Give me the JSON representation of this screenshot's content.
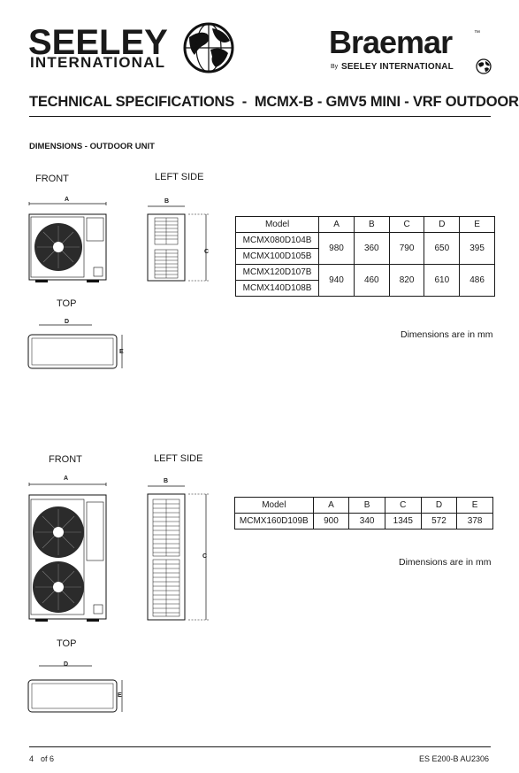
{
  "header": {
    "brand_left_line1": "SEELEY",
    "brand_left_line2": "INTERNATIONAL",
    "brand_right": "Braemar",
    "brand_right_tm": "™",
    "brand_right_by": "By",
    "brand_right_company": "SEELEY INTERNATIONAL"
  },
  "title": "TECHNICAL SPECIFICATIONS  -  MCMX-B - GMV5 MINI - VRF OUTDOOR",
  "section_heading": "DIMENSIONS - OUTDOOR UNIT",
  "unit1": {
    "label_front": "FRONT",
    "label_left_side": "LEFT SIDE",
    "label_top": "TOP",
    "dims": {
      "a": "A",
      "b": "B",
      "c": "C",
      "d": "D",
      "e": "E"
    },
    "table": {
      "headers": [
        "Model",
        "A",
        "B",
        "C",
        "D",
        "E"
      ],
      "rows": [
        {
          "models": [
            "MCMX080D104B",
            "MCMX100D105B"
          ],
          "values": [
            "980",
            "360",
            "790",
            "650",
            "395"
          ]
        },
        {
          "models": [
            "MCMX120D107B",
            "MCMX140D108B"
          ],
          "values": [
            "940",
            "460",
            "820",
            "610",
            "486"
          ]
        }
      ]
    },
    "note": "Dimensions are in mm"
  },
  "unit2": {
    "label_front": "FRONT",
    "label_left_side": "LEFT SIDE",
    "label_top": "TOP",
    "dims": {
      "a": "A",
      "b": "B",
      "c": "C",
      "d": "D",
      "e": "E"
    },
    "table": {
      "headers": [
        "Model",
        "A",
        "B",
        "C",
        "D",
        "E"
      ],
      "rows": [
        {
          "models": [
            "MCMX160D109B"
          ],
          "values": [
            "900",
            "340",
            "1345",
            "572",
            "378"
          ]
        }
      ]
    },
    "note": "Dimensions are in mm"
  },
  "footer": {
    "page": "4",
    "of_pages": "of 6",
    "doc_code": "ES E200-B AU2306"
  }
}
